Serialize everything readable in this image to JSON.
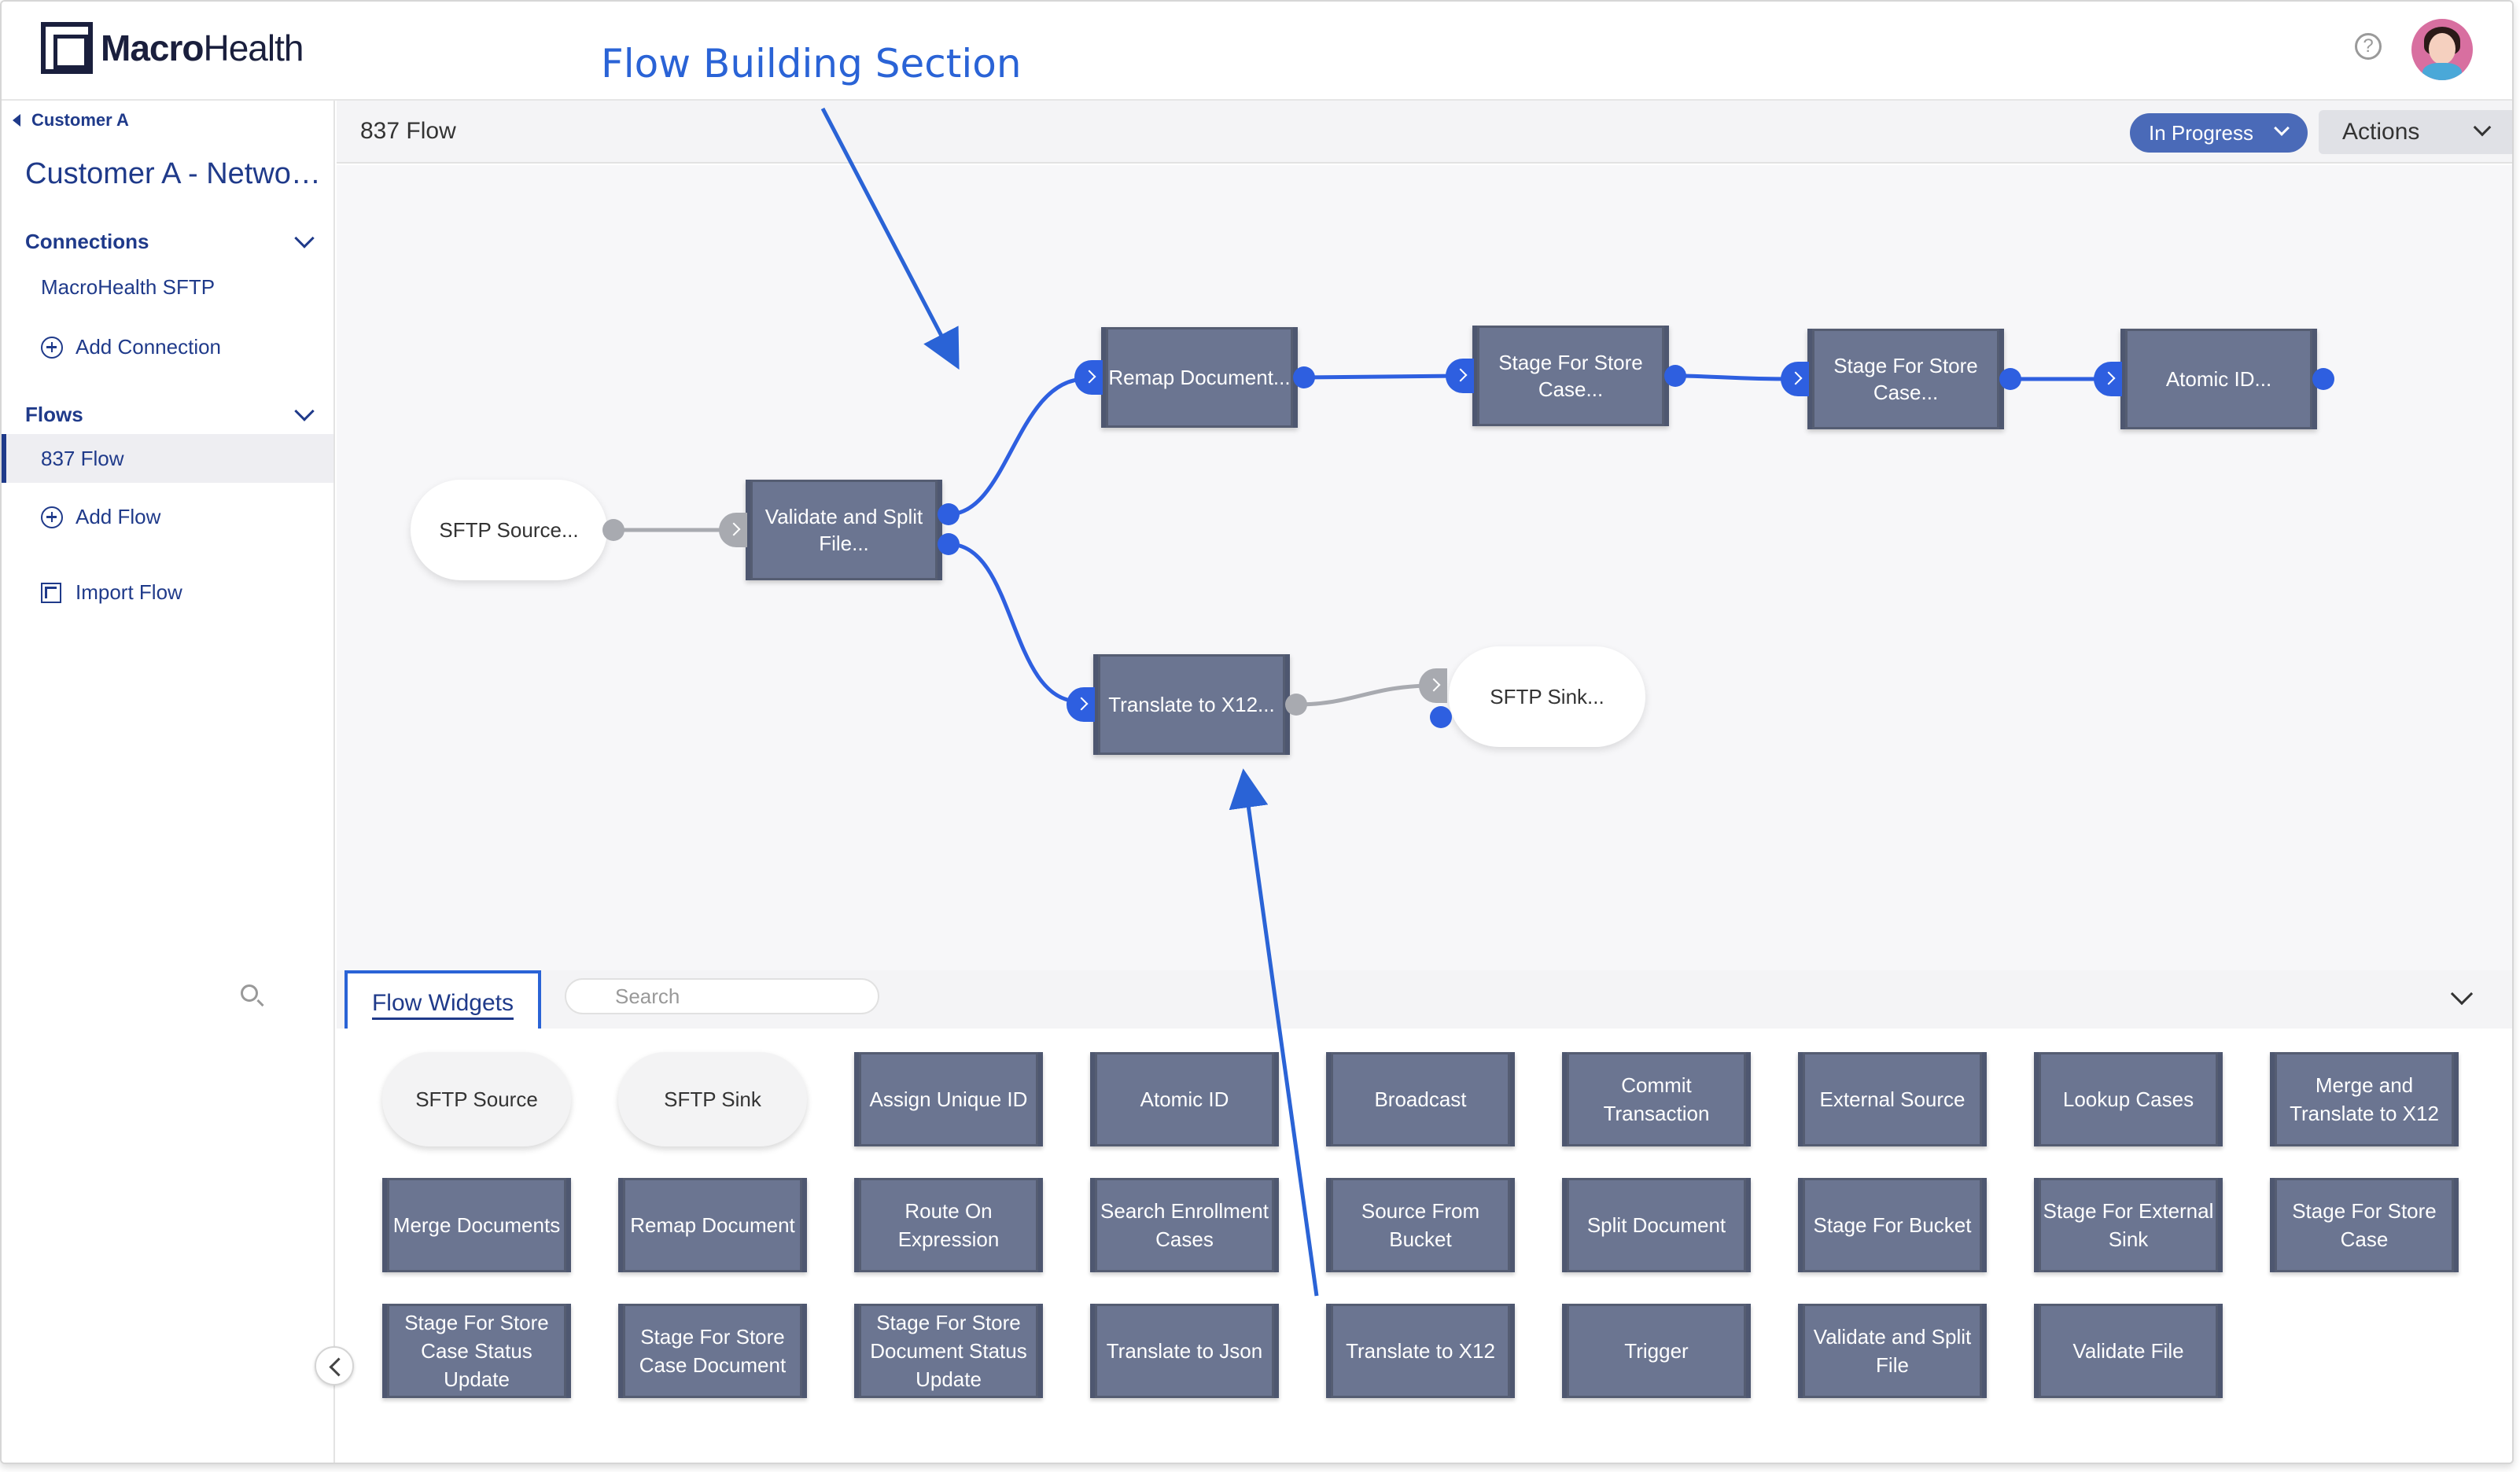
{
  "app": {
    "brand_bold": "Macro",
    "brand_light": "Health"
  },
  "annotation": {
    "title": "Flow Building Section"
  },
  "header": {
    "help_icon": "?",
    "avatar": "user-avatar"
  },
  "sidebar": {
    "breadcrumb": "Customer A",
    "project_title": "Customer A - Netwo…",
    "connections_label": "Connections",
    "connections": [
      "MacroHealth SFTP"
    ],
    "add_connection": "Add Connection",
    "flows_label": "Flows",
    "flows": [
      "837 Flow"
    ],
    "add_flow": "Add Flow",
    "import_flow": "Import Flow"
  },
  "main": {
    "flow_name": "837 Flow",
    "status": "In Progress",
    "actions": "Actions"
  },
  "canvas": {
    "nodes": {
      "sftp_source": "SFTP Source...",
      "validate": "Validate and Split File...",
      "remap": "Remap Document...",
      "stage1": "Stage For Store Case...",
      "stage2": "Stage For Store Case...",
      "atomic": "Atomic ID...",
      "translate": "Translate to X12...",
      "sftp_sink": "SFTP Sink..."
    }
  },
  "widgets": {
    "tab_label": "Flow Widgets",
    "search_placeholder": "Search",
    "items": [
      "SFTP Source",
      "SFTP Sink",
      "Assign Unique ID",
      "Atomic ID",
      "Broadcast",
      "Commit Transaction",
      "External Source",
      "Lookup Cases",
      "Merge and Translate to X12",
      "Merge Documents",
      "Remap Document",
      "Route On Expression",
      "Search Enrollment Cases",
      "Source From Bucket",
      "Split Document",
      "Stage For Bucket",
      "Stage For External Sink",
      "Stage For Store Case",
      "Stage For Store Case Status Update",
      "Stage For Store Case Document",
      "Stage For Store Document Status Update",
      "Translate to Json",
      "Translate to X12",
      "Trigger",
      "Validate and Split File",
      "Validate File"
    ]
  },
  "colors": {
    "accent": "#1f3a8a",
    "node": "#6b7591",
    "port": "#2e5fe0",
    "annotation": "#2a63d6"
  }
}
